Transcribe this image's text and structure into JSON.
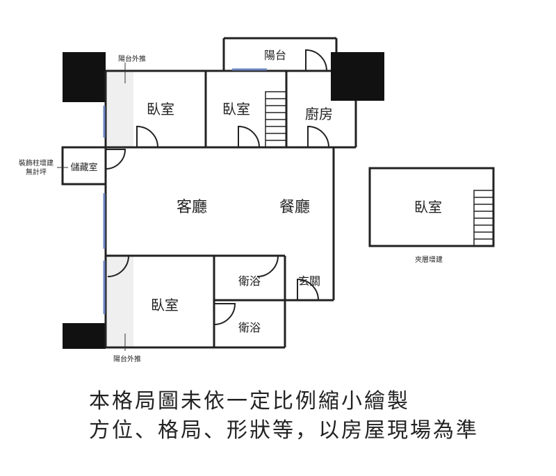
{
  "rooms": {
    "bedroom_top_left": "臥室",
    "bedroom_top_mid": "臥室",
    "kitchen": "廚房",
    "balcony": "陽台",
    "storage": "儲藏室",
    "living": "客廳",
    "dining": "餐廳",
    "bath_upper": "衛浴",
    "bath_lower": "衛浴",
    "entrance": "玄關",
    "bedroom_bottom": "臥室",
    "loft_bedroom": "臥室"
  },
  "annotations": {
    "balcony_ext_top": "陽台外推",
    "balcony_ext_bottom": "陽台外推",
    "pillar_note_1": "裝飾柱增建",
    "pillar_note_2": "無計坪",
    "loft_note": "夾層增建"
  },
  "disclaimer": {
    "line1": "本格局圖未依一定比例縮小繪製",
    "line2": "方位、格局、形狀等，以房屋現場為準"
  },
  "colors": {
    "wall": "#222222",
    "pillar": "#111111",
    "window": "#8fa6d6",
    "balcony_ext_fill": "#eeeeee"
  }
}
